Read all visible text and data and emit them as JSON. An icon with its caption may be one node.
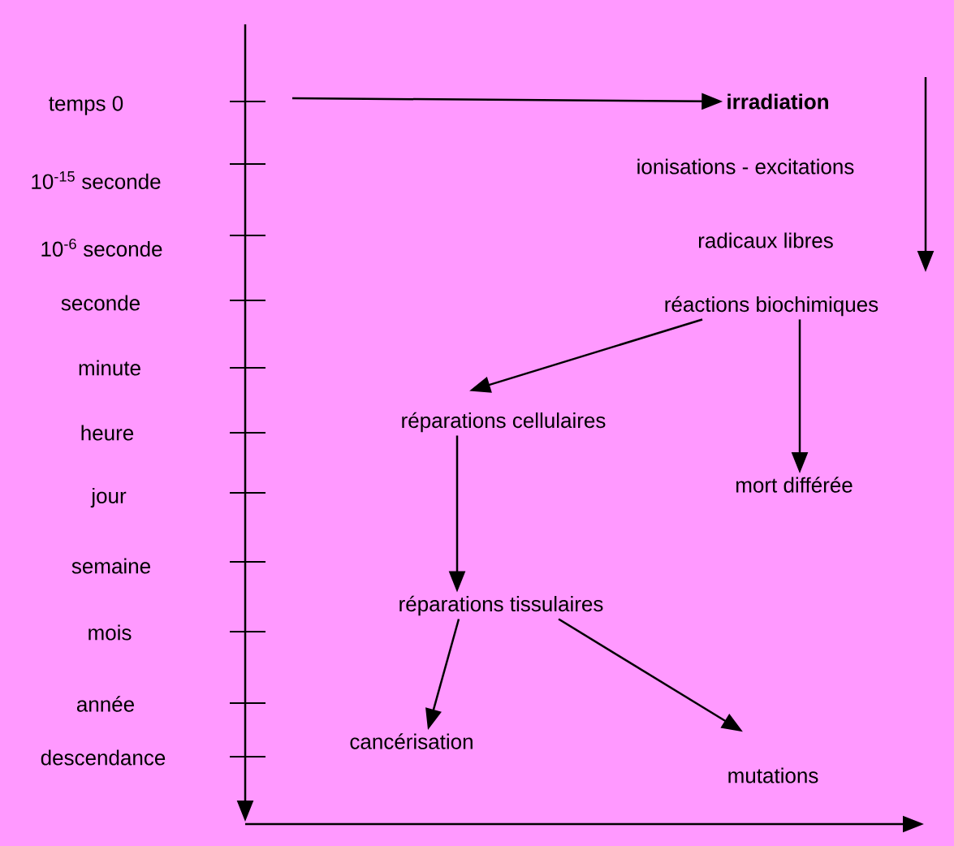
{
  "diagram": {
    "nodes": [
      {
        "text": [
          "irradiation"
        ]
      },
      {
        "text": [
          "ionisations - excitations"
        ]
      },
      {
        "text": [
          "radicaux libres"
        ]
      },
      {
        "text": [
          "réactions biochimiques"
        ]
      },
      {
        "text": [
          "réparations cellulaires"
        ]
      },
      {
        "text": [
          "mort différée"
        ]
      },
      {
        "text": [
          "réparations tissulaires"
        ]
      },
      {
        "text": [
          "cancérisation"
        ]
      },
      {
        "text": [
          "mutations"
        ]
      }
    ],
    "edges": [
      {
        "from": null,
        "to": 0,
        "arrow": "to"
      },
      {
        "from": 3,
        "to": 4,
        "arrow": "to"
      },
      {
        "from": 3,
        "to": 5,
        "arrow": "to"
      },
      {
        "from": 4,
        "to": 6,
        "arrow": "to"
      },
      {
        "from": 6,
        "to": 7,
        "arrow": "to"
      },
      {
        "from": 6,
        "to": 8,
        "arrow": "to"
      }
    ],
    "labels": [
      "temps 0",
      "10$^{-15}$ seconde",
      "10$^{-6}$ seconde",
      "seconde",
      "minute",
      "heure",
      "jour",
      "semaine",
      "mois",
      "année",
      "descendance"
    ]
  }
}
